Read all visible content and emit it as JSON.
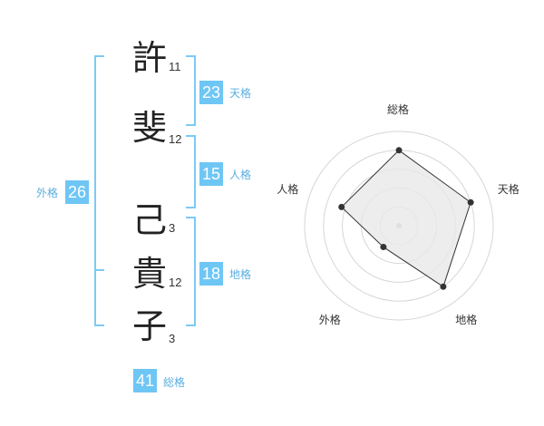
{
  "colors": {
    "accent": "#6ec6f5",
    "label": "#5aaee0",
    "bracket": "#7ccaf5",
    "radar_line": "#333333",
    "radar_fill": "#e8e8e8",
    "radar_circle": "#d6d6d6"
  },
  "name": {
    "chars": [
      {
        "char": "許",
        "strokes": "11"
      },
      {
        "char": "斐",
        "strokes": "12"
      },
      {
        "char": "己",
        "strokes": "3"
      },
      {
        "char": "貴",
        "strokes": "12"
      },
      {
        "char": "子",
        "strokes": "3"
      }
    ]
  },
  "kaku": {
    "tenkaku": {
      "value": "23",
      "label": "天格"
    },
    "jinkaku": {
      "value": "15",
      "label": "人格"
    },
    "chikaku": {
      "value": "18",
      "label": "地格"
    },
    "gaikaku": {
      "value": "26",
      "label": "外格"
    },
    "soukaku": {
      "value": "41",
      "label": "総格"
    }
  },
  "chart_data": {
    "type": "radar",
    "axes": [
      "総格",
      "天格",
      "地格",
      "外格",
      "人格"
    ],
    "max": 5,
    "values": [
      4,
      4,
      4,
      1.4,
      3.2
    ]
  }
}
